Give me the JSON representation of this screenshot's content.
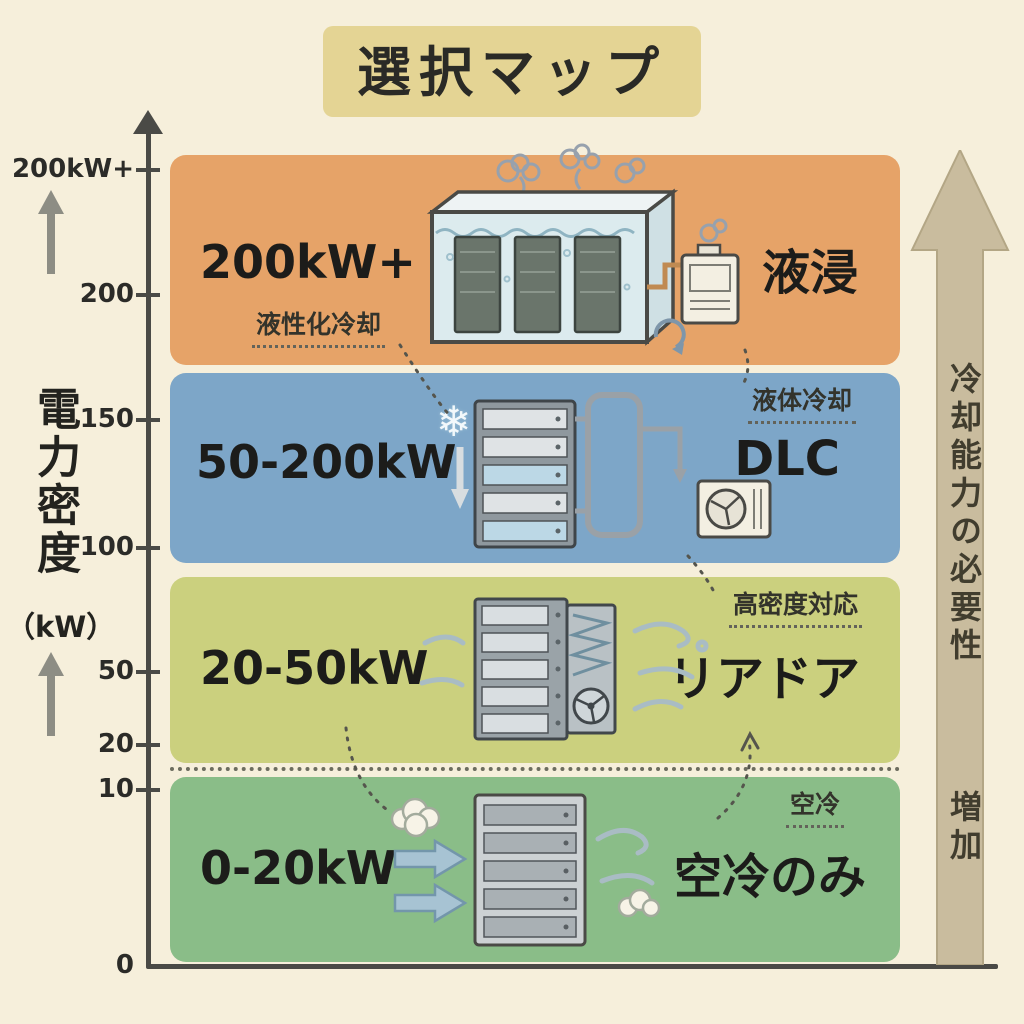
{
  "title": "選択マップ",
  "y_axis": {
    "label": "電力密度",
    "unit": "（kW）",
    "ticks": [
      "200kW+",
      "200",
      "150",
      "100",
      "50",
      "20",
      "10",
      "0"
    ]
  },
  "right_arrow": {
    "label": "冷却能力の必要性",
    "label2": "増加"
  },
  "bands": [
    {
      "range": "200kW+",
      "method": "液浸",
      "annotation": "液性化冷却",
      "color": "#e6a368"
    },
    {
      "range": "50-200kW",
      "method": "DLC",
      "annotation": "液体冷却",
      "color": "#7da6c8"
    },
    {
      "range": "20-50kW",
      "method": "リアドア",
      "annotation": "高密度対応",
      "color": "#cbd07e"
    },
    {
      "range": "0-20kW",
      "method": "空冷のみ",
      "annotation": "空冷",
      "color": "#8abd88"
    }
  ],
  "chart_data": {
    "type": "table",
    "title": "選択マップ",
    "ylabel": "電力密度（kW）",
    "y_ticks": [
      "200kW+",
      "200",
      "150",
      "100",
      "50",
      "20",
      "10",
      "0"
    ],
    "right_axis_label": "冷却能力の必要性 増加",
    "rows": [
      {
        "power_density": "200kW+",
        "cooling_method": "液浸",
        "note": "液性化冷却"
      },
      {
        "power_density": "50-200kW",
        "cooling_method": "DLC",
        "note": "液体冷却"
      },
      {
        "power_density": "20-50kW",
        "cooling_method": "リアドア",
        "note": "高密度対応"
      },
      {
        "power_density": "0-20kW",
        "cooling_method": "空冷のみ",
        "note": "空冷"
      }
    ]
  }
}
